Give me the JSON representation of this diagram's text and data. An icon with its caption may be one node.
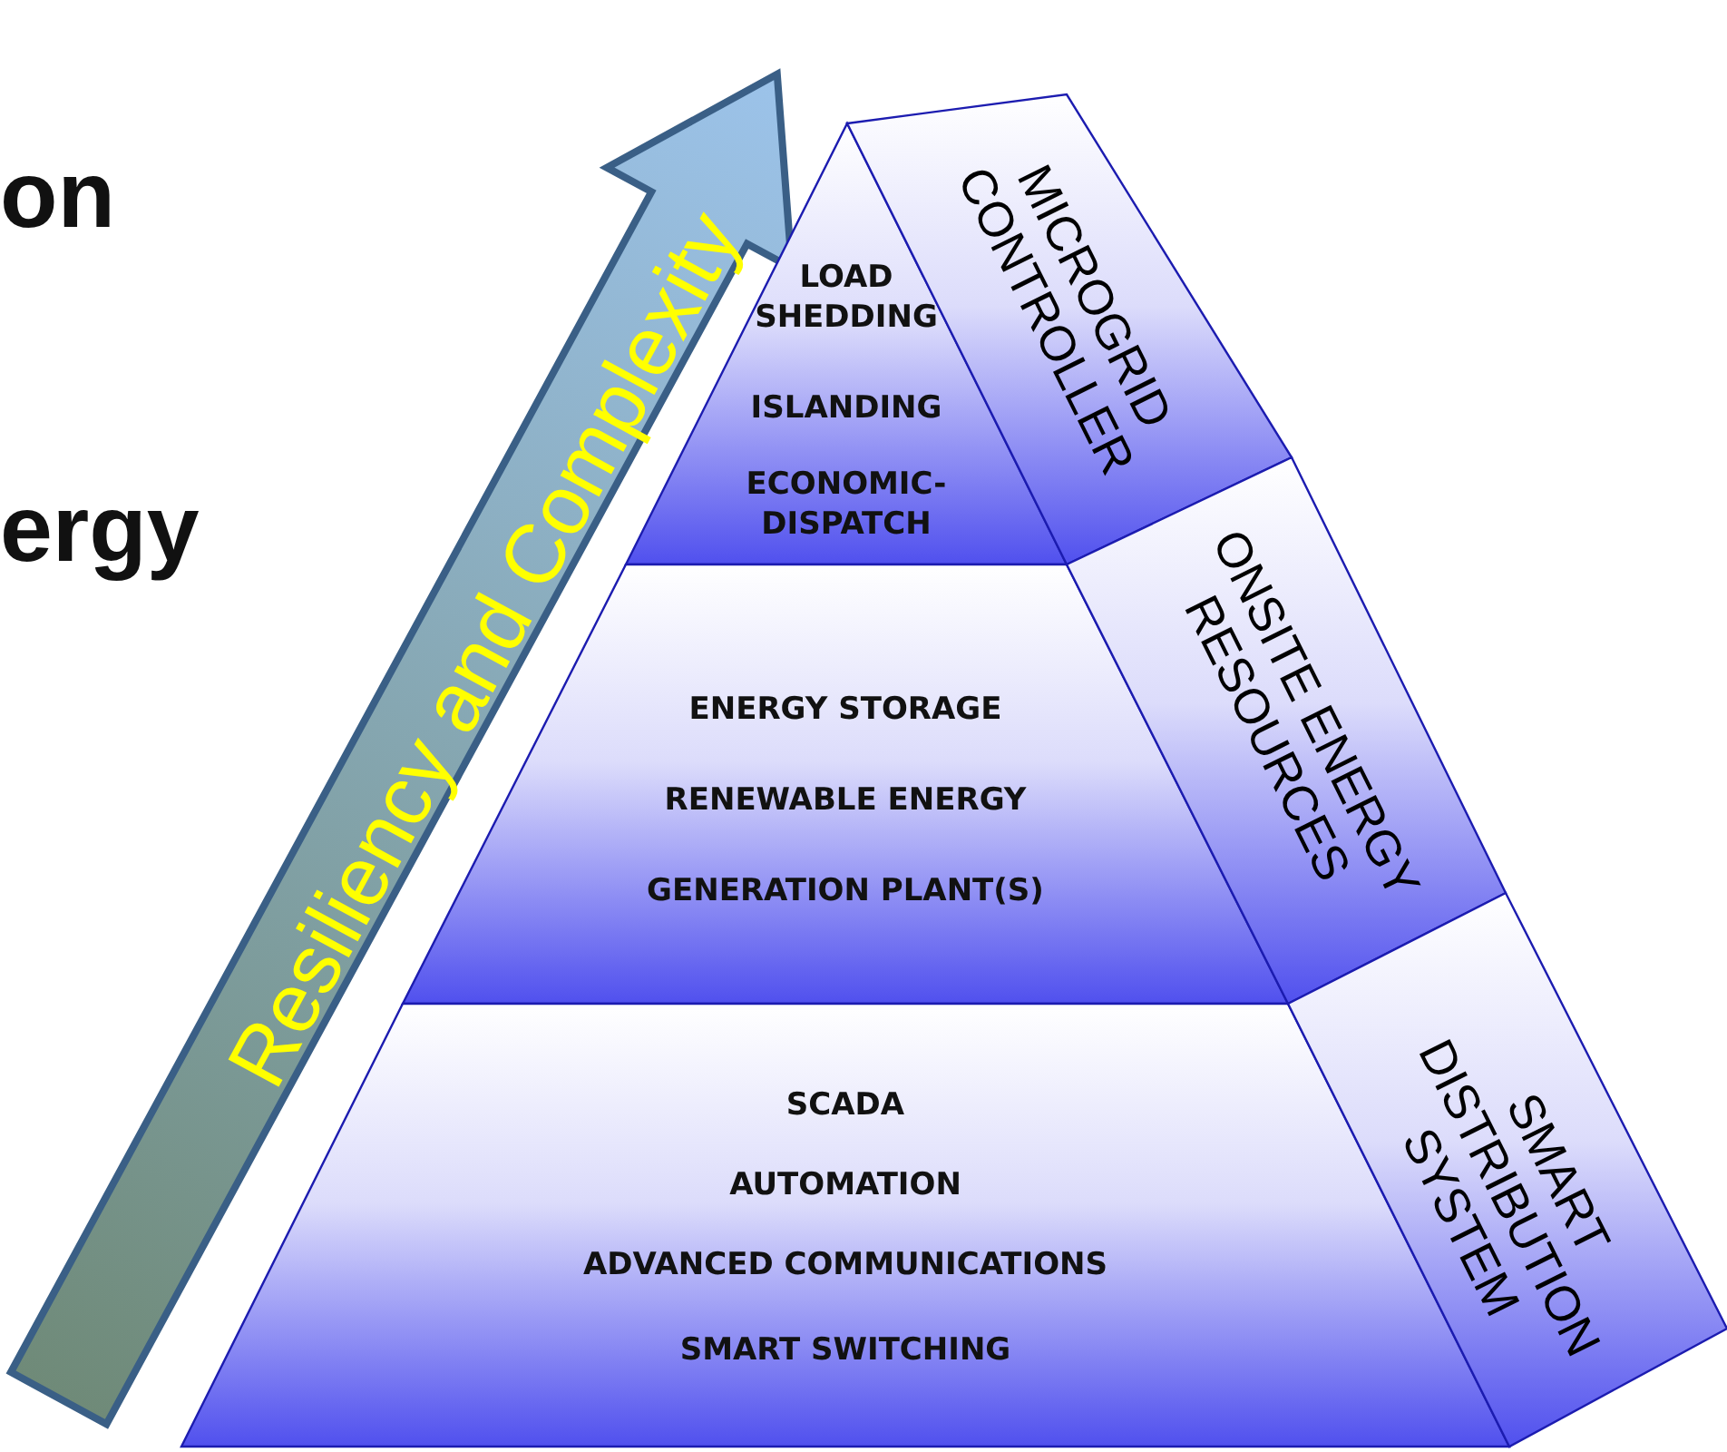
{
  "diagram": {
    "nodes": [
      {
        "text": [
          "LOAD SHEDDING",
          "ISLANDING",
          "ECONOMIC- DISPATCH"
        ]
      },
      {
        "text": [
          "ENERGY STORAGE",
          "RENEWABLE ENERGY",
          "GENERATION PLANT(S)"
        ]
      },
      {
        "text": [
          "SCADA",
          "AUTOMATION",
          "ADVANCED COMMUNICATIONS",
          "SMART SWITCHING"
        ]
      },
      {
        "text": [
          "MICROGRID CONTROLLER"
        ]
      },
      {
        "text": [
          "ONSITE ENERGY RESOURCES"
        ]
      },
      {
        "text": [
          "SMART DISTRIBUTION SYSTEM"
        ]
      }
    ],
    "edges": [],
    "labels": [
      "on",
      "ergy",
      "Resiliency and Complexity"
    ]
  }
}
